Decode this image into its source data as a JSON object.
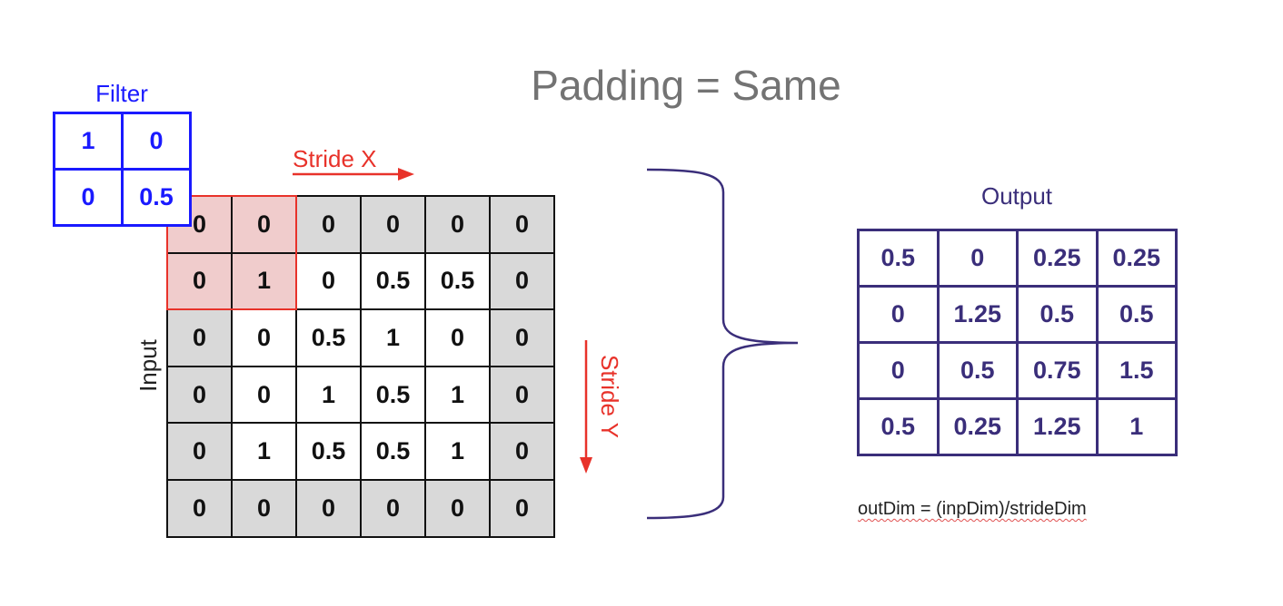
{
  "title": "Padding = Same",
  "filter": {
    "label": "Filter",
    "rows": [
      [
        "1",
        "0"
      ],
      [
        "0",
        "0.5"
      ]
    ]
  },
  "input": {
    "label": "Input",
    "rows": [
      [
        "0",
        "0",
        "0",
        "0",
        "0",
        "0"
      ],
      [
        "0",
        "1",
        "0",
        "0.5",
        "0.5",
        "0"
      ],
      [
        "0",
        "0",
        "0.5",
        "1",
        "0",
        "0"
      ],
      [
        "0",
        "0",
        "1",
        "0.5",
        "1",
        "0"
      ],
      [
        "0",
        "1",
        "0.5",
        "0.5",
        "1",
        "0"
      ],
      [
        "0",
        "0",
        "0",
        "0",
        "0",
        "0"
      ]
    ]
  },
  "stride_x": "Stride X",
  "stride_y": "Stride Y",
  "output": {
    "label": "Output",
    "rows": [
      [
        "0.5",
        "0",
        "0.25",
        "0.25"
      ],
      [
        "0",
        "1.25",
        "0.5",
        "0.5"
      ],
      [
        "0",
        "0.5",
        "0.75",
        "1.5"
      ],
      [
        "0.5",
        "0.25",
        "1.25",
        "1"
      ]
    ]
  },
  "formula": "outDim = (inpDim)/strideDim",
  "colors": {
    "filter": "#1a1aff",
    "stride": "#e8322a",
    "output": "#3a2e7a",
    "padding_cell": "#d9d9d9",
    "highlight_cell": "#f0cccc"
  }
}
